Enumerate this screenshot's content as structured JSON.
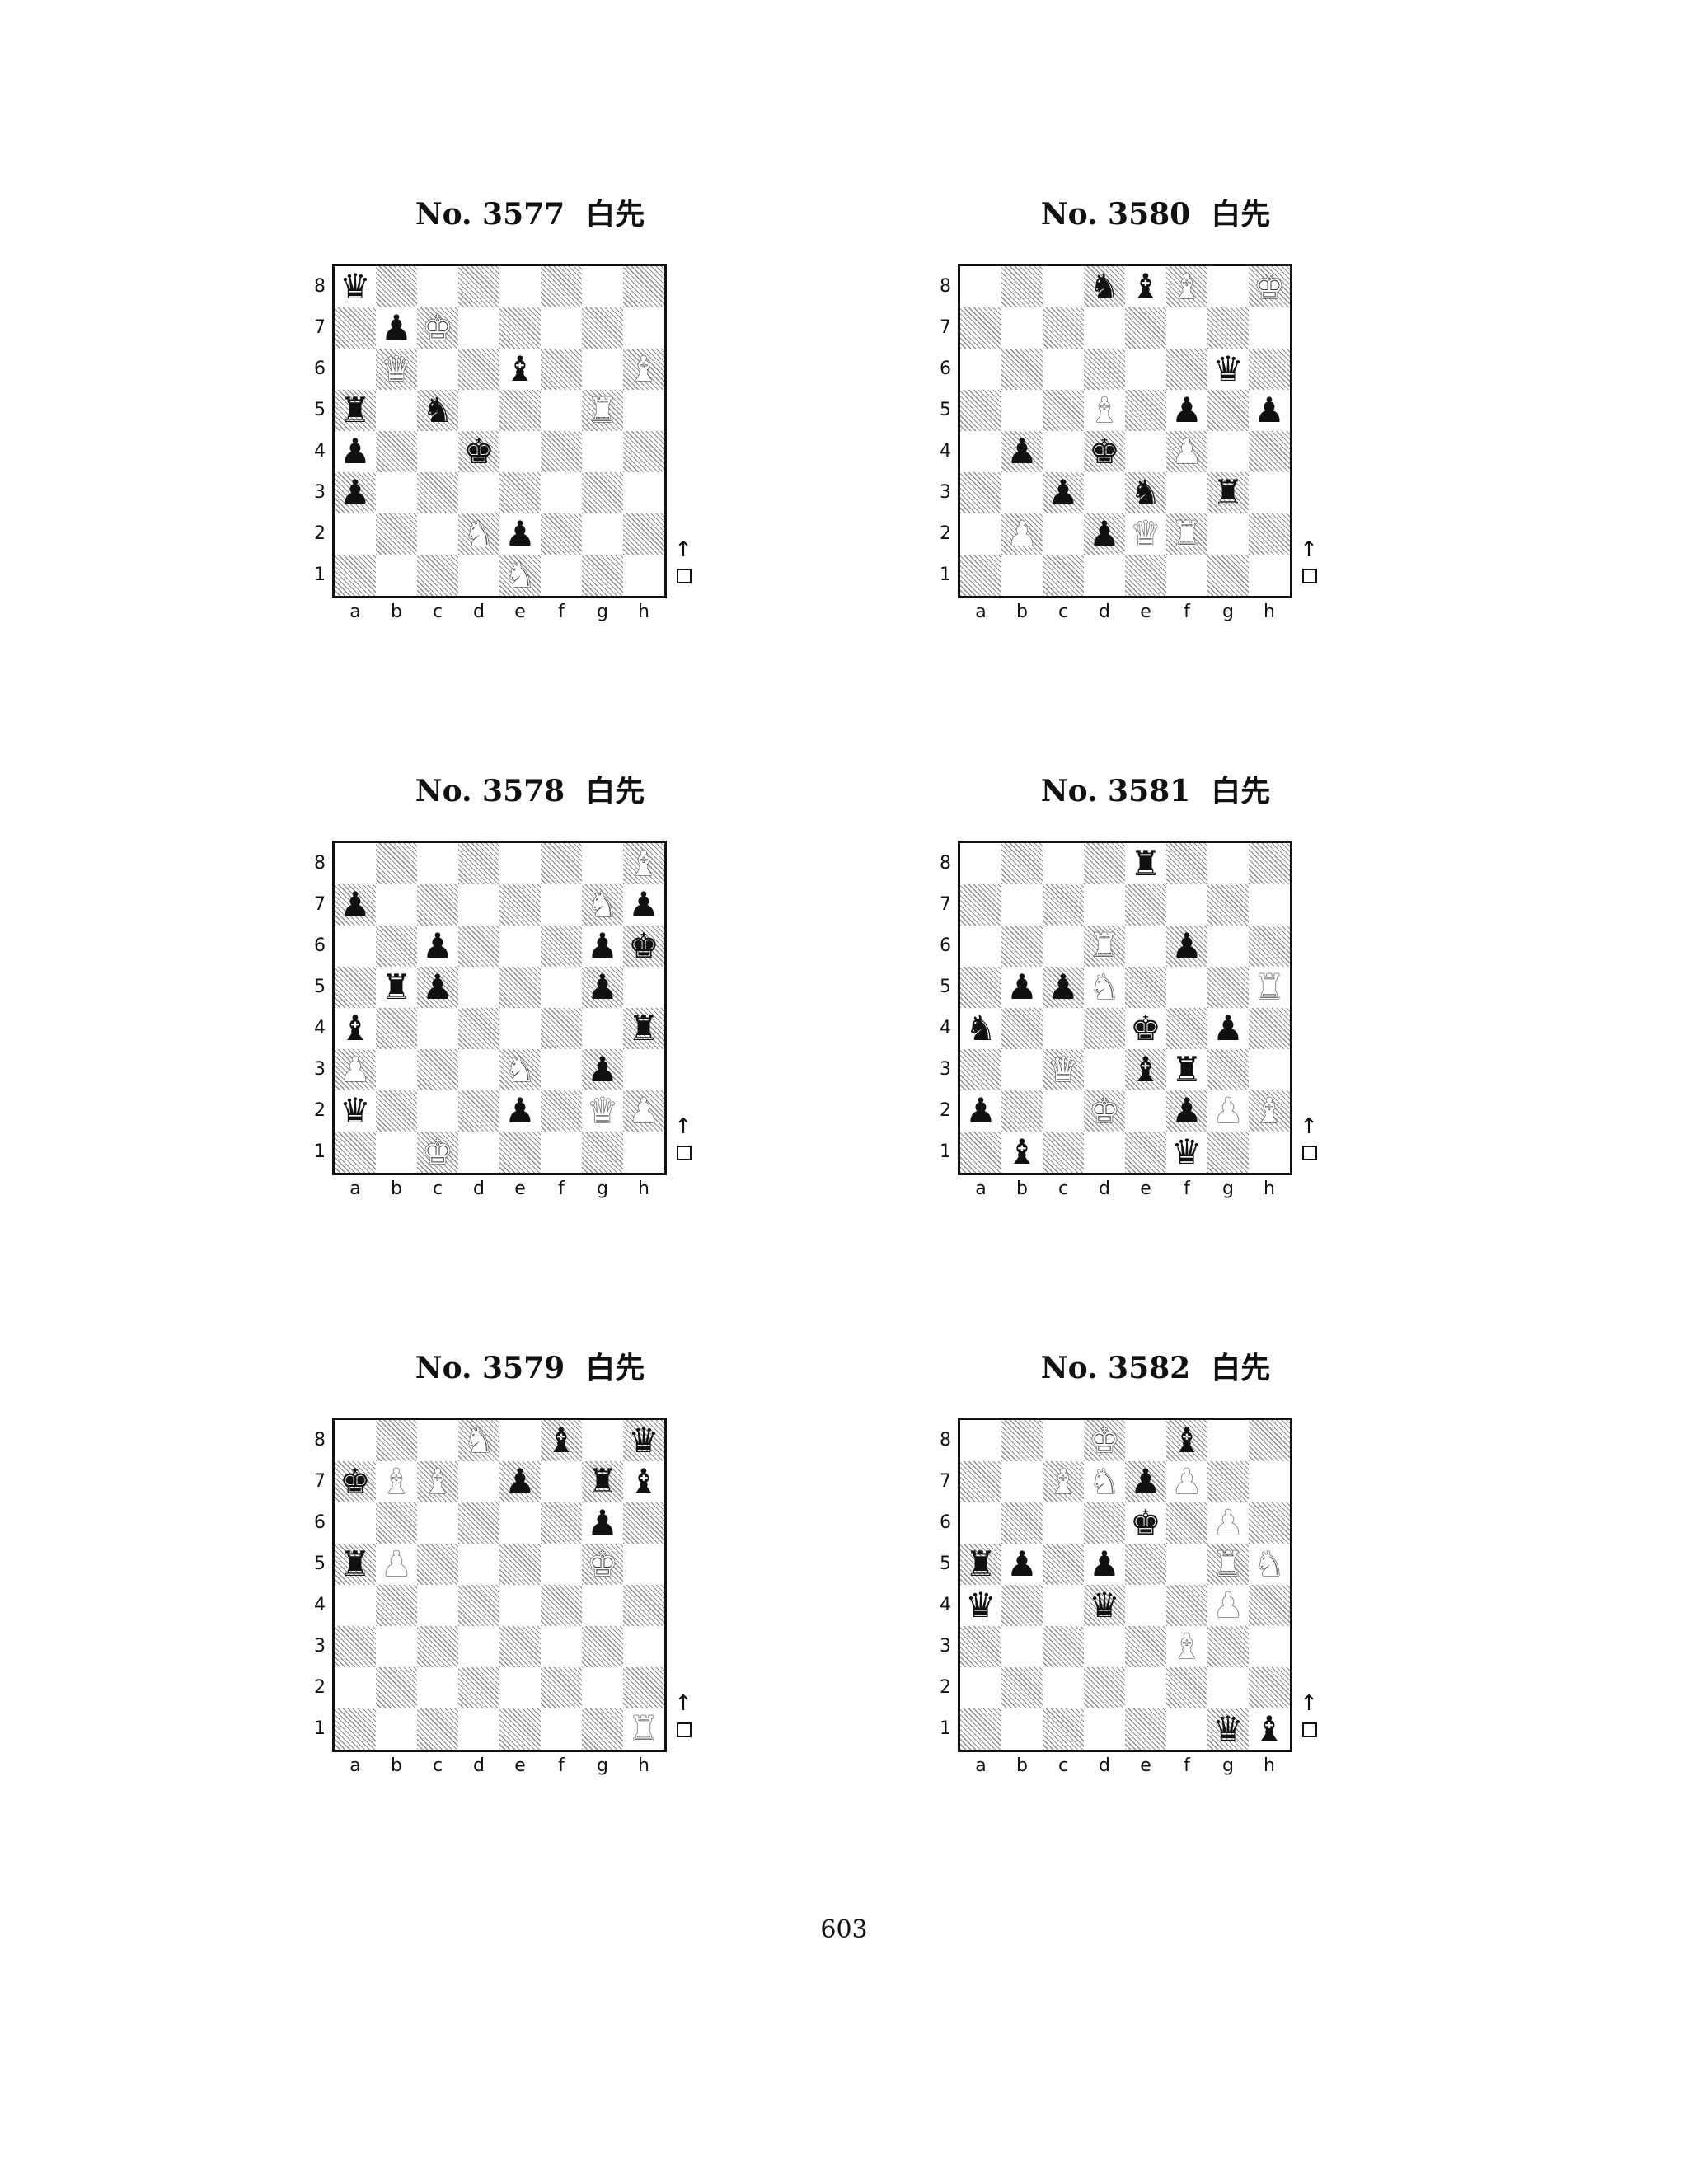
{
  "page_number": "603",
  "files": [
    "a",
    "b",
    "c",
    "d",
    "e",
    "f",
    "g",
    "h"
  ],
  "ranks": [
    "8",
    "7",
    "6",
    "5",
    "4",
    "3",
    "2",
    "1"
  ],
  "turn_marker": "↑",
  "glyphs": {
    "K": "♚",
    "Q": "♛",
    "R": "♜",
    "B": "♝",
    "N": "♞",
    "P": "♟"
  },
  "diagrams": [
    {
      "title": "No. 3577  白先",
      "pieces": [
        {
          "c": "b",
          "t": "Q",
          "sq": "a8"
        },
        {
          "c": "b",
          "t": "P",
          "sq": "b7"
        },
        {
          "c": "w",
          "t": "K",
          "sq": "c7"
        },
        {
          "c": "w",
          "t": "Q",
          "sq": "b6"
        },
        {
          "c": "b",
          "t": "B",
          "sq": "e6"
        },
        {
          "c": "w",
          "t": "B",
          "sq": "h6"
        },
        {
          "c": "b",
          "t": "R",
          "sq": "a5"
        },
        {
          "c": "b",
          "t": "N",
          "sq": "c5"
        },
        {
          "c": "w",
          "t": "R",
          "sq": "g5"
        },
        {
          "c": "b",
          "t": "P",
          "sq": "a4"
        },
        {
          "c": "b",
          "t": "K",
          "sq": "d4"
        },
        {
          "c": "b",
          "t": "P",
          "sq": "a3"
        },
        {
          "c": "w",
          "t": "N",
          "sq": "d2"
        },
        {
          "c": "b",
          "t": "P",
          "sq": "e2"
        },
        {
          "c": "w",
          "t": "N",
          "sq": "e1"
        }
      ]
    },
    {
      "title": "No. 3580  白先",
      "pieces": [
        {
          "c": "b",
          "t": "N",
          "sq": "d8"
        },
        {
          "c": "b",
          "t": "B",
          "sq": "e8"
        },
        {
          "c": "w",
          "t": "B",
          "sq": "f8"
        },
        {
          "c": "w",
          "t": "K",
          "sq": "h8"
        },
        {
          "c": "b",
          "t": "Q",
          "sq": "g6"
        },
        {
          "c": "w",
          "t": "B",
          "sq": "d5"
        },
        {
          "c": "b",
          "t": "P",
          "sq": "f5"
        },
        {
          "c": "b",
          "t": "P",
          "sq": "h5"
        },
        {
          "c": "b",
          "t": "P",
          "sq": "b4"
        },
        {
          "c": "b",
          "t": "K",
          "sq": "d4"
        },
        {
          "c": "w",
          "t": "P",
          "sq": "f4"
        },
        {
          "c": "b",
          "t": "P",
          "sq": "c3"
        },
        {
          "c": "b",
          "t": "N",
          "sq": "e3"
        },
        {
          "c": "b",
          "t": "R",
          "sq": "g3"
        },
        {
          "c": "w",
          "t": "P",
          "sq": "b2"
        },
        {
          "c": "b",
          "t": "P",
          "sq": "d2"
        },
        {
          "c": "w",
          "t": "Q",
          "sq": "e2"
        },
        {
          "c": "w",
          "t": "R",
          "sq": "f2"
        }
      ]
    },
    {
      "title": "No. 3578  白先",
      "pieces": [
        {
          "c": "w",
          "t": "B",
          "sq": "h8"
        },
        {
          "c": "b",
          "t": "P",
          "sq": "a7"
        },
        {
          "c": "w",
          "t": "N",
          "sq": "g7"
        },
        {
          "c": "b",
          "t": "P",
          "sq": "h7"
        },
        {
          "c": "b",
          "t": "P",
          "sq": "c6"
        },
        {
          "c": "b",
          "t": "P",
          "sq": "g6"
        },
        {
          "c": "b",
          "t": "K",
          "sq": "h6"
        },
        {
          "c": "b",
          "t": "R",
          "sq": "b5"
        },
        {
          "c": "b",
          "t": "P",
          "sq": "c5"
        },
        {
          "c": "b",
          "t": "P",
          "sq": "g5"
        },
        {
          "c": "b",
          "t": "B",
          "sq": "a4"
        },
        {
          "c": "b",
          "t": "R",
          "sq": "h4"
        },
        {
          "c": "w",
          "t": "P",
          "sq": "a3"
        },
        {
          "c": "w",
          "t": "N",
          "sq": "e3"
        },
        {
          "c": "b",
          "t": "P",
          "sq": "g3"
        },
        {
          "c": "b",
          "t": "Q",
          "sq": "a2"
        },
        {
          "c": "b",
          "t": "P",
          "sq": "e2"
        },
        {
          "c": "w",
          "t": "Q",
          "sq": "g2"
        },
        {
          "c": "w",
          "t": "P",
          "sq": "h2"
        },
        {
          "c": "w",
          "t": "K",
          "sq": "c1"
        }
      ]
    },
    {
      "title": "No. 3581  白先",
      "pieces": [
        {
          "c": "b",
          "t": "R",
          "sq": "e8"
        },
        {
          "c": "w",
          "t": "R",
          "sq": "d6"
        },
        {
          "c": "b",
          "t": "P",
          "sq": "f6"
        },
        {
          "c": "b",
          "t": "P",
          "sq": "b5"
        },
        {
          "c": "b",
          "t": "P",
          "sq": "c5"
        },
        {
          "c": "w",
          "t": "N",
          "sq": "d5"
        },
        {
          "c": "w",
          "t": "R",
          "sq": "h5"
        },
        {
          "c": "b",
          "t": "N",
          "sq": "a4"
        },
        {
          "c": "b",
          "t": "K",
          "sq": "e4"
        },
        {
          "c": "b",
          "t": "P",
          "sq": "g4"
        },
        {
          "c": "w",
          "t": "Q",
          "sq": "c3"
        },
        {
          "c": "b",
          "t": "B",
          "sq": "e3"
        },
        {
          "c": "b",
          "t": "R",
          "sq": "f3"
        },
        {
          "c": "b",
          "t": "P",
          "sq": "a2"
        },
        {
          "c": "w",
          "t": "K",
          "sq": "d2"
        },
        {
          "c": "b",
          "t": "P",
          "sq": "f2"
        },
        {
          "c": "w",
          "t": "P",
          "sq": "g2"
        },
        {
          "c": "w",
          "t": "B",
          "sq": "h2"
        },
        {
          "c": "b",
          "t": "B",
          "sq": "b1"
        },
        {
          "c": "b",
          "t": "Q",
          "sq": "f1"
        }
      ]
    },
    {
      "title": "No. 3579  白先",
      "pieces": [
        {
          "c": "w",
          "t": "N",
          "sq": "d8"
        },
        {
          "c": "b",
          "t": "B",
          "sq": "f8"
        },
        {
          "c": "b",
          "t": "Q",
          "sq": "h8"
        },
        {
          "c": "b",
          "t": "K",
          "sq": "a7"
        },
        {
          "c": "w",
          "t": "B",
          "sq": "b7"
        },
        {
          "c": "w",
          "t": "B",
          "sq": "c7"
        },
        {
          "c": "b",
          "t": "P",
          "sq": "e7"
        },
        {
          "c": "b",
          "t": "R",
          "sq": "g7"
        },
        {
          "c": "b",
          "t": "B",
          "sq": "h7"
        },
        {
          "c": "b",
          "t": "P",
          "sq": "g6"
        },
        {
          "c": "b",
          "t": "R",
          "sq": "a5"
        },
        {
          "c": "w",
          "t": "P",
          "sq": "b5"
        },
        {
          "c": "w",
          "t": "K",
          "sq": "g5"
        },
        {
          "c": "w",
          "t": "R",
          "sq": "h1"
        }
      ]
    },
    {
      "title": "No. 3582  白先",
      "pieces": [
        {
          "c": "w",
          "t": "K",
          "sq": "d8"
        },
        {
          "c": "b",
          "t": "B",
          "sq": "f8"
        },
        {
          "c": "w",
          "t": "B",
          "sq": "c7"
        },
        {
          "c": "w",
          "t": "N",
          "sq": "d7"
        },
        {
          "c": "b",
          "t": "P",
          "sq": "e7"
        },
        {
          "c": "w",
          "t": "P",
          "sq": "f7"
        },
        {
          "c": "b",
          "t": "K",
          "sq": "e6"
        },
        {
          "c": "w",
          "t": "P",
          "sq": "g6"
        },
        {
          "c": "b",
          "t": "R",
          "sq": "a5"
        },
        {
          "c": "b",
          "t": "P",
          "sq": "b5"
        },
        {
          "c": "b",
          "t": "P",
          "sq": "d5"
        },
        {
          "c": "w",
          "t": "R",
          "sq": "g5"
        },
        {
          "c": "w",
          "t": "N",
          "sq": "h5"
        },
        {
          "c": "b",
          "t": "Q",
          "sq": "a4"
        },
        {
          "c": "b",
          "t": "Q",
          "sq": "d4"
        },
        {
          "c": "w",
          "t": "P",
          "sq": "g4"
        },
        {
          "c": "w",
          "t": "B",
          "sq": "f3"
        },
        {
          "c": "b",
          "t": "Q",
          "sq": "g1"
        },
        {
          "c": "b",
          "t": "B",
          "sq": "h1"
        }
      ]
    }
  ]
}
